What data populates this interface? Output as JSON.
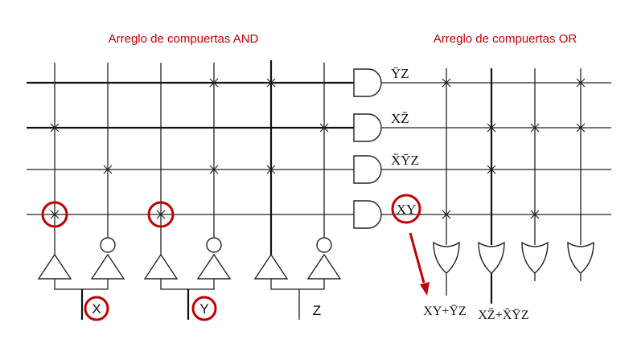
{
  "titles": {
    "and_array": "Arreglo de compuertas AND",
    "or_array": "Arreglo de compuertas OR"
  },
  "terms": [
    "ȲZ",
    "XZ̄",
    "X̄ȲZ",
    "XY"
  ],
  "inputs": [
    "X",
    "Y",
    "Z"
  ],
  "outputs": [
    "XY+ȲZ",
    "XZ̄+X̄ȲZ"
  ],
  "colors": {
    "highlight": "#c00000",
    "title": "#c00000",
    "line": "#222222"
  }
}
